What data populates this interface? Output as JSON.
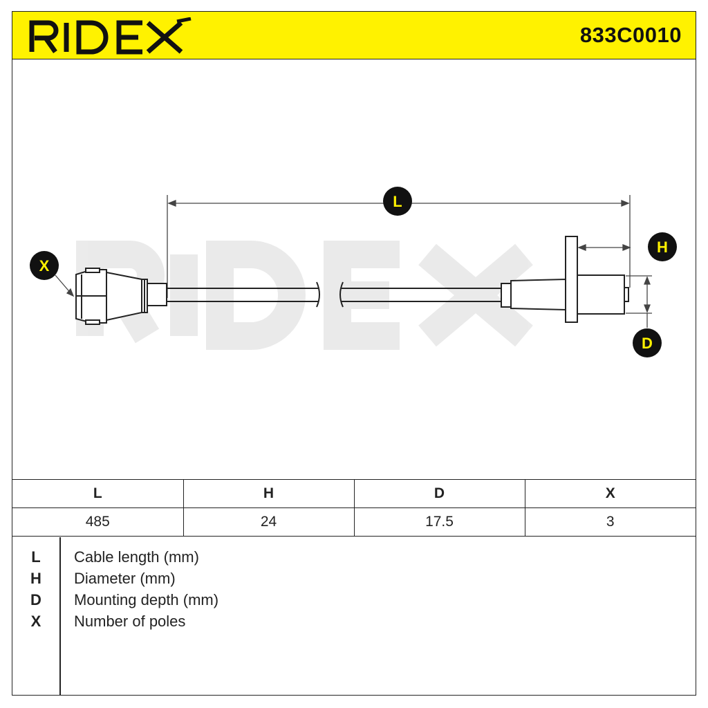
{
  "header": {
    "brand": "RIDEX",
    "part_number": "833C0010",
    "background_color": "#fff200"
  },
  "drawing": {
    "labels": {
      "length": "L",
      "diameter": "H",
      "depth": "D",
      "poles": "X"
    },
    "watermark": "RIDEX",
    "badge_color": "#111111",
    "badge_text_color": "#fff200"
  },
  "dimensions_table": {
    "headers": [
      "L",
      "H",
      "D",
      "X"
    ],
    "values": [
      "485",
      "24",
      "17.5",
      "3"
    ]
  },
  "legend": [
    {
      "key": "L",
      "text": "Cable length (mm)"
    },
    {
      "key": "H",
      "text": "Diameter (mm)"
    },
    {
      "key": "D",
      "text": "Mounting depth (mm)"
    },
    {
      "key": "X",
      "text": "Number of poles"
    }
  ]
}
